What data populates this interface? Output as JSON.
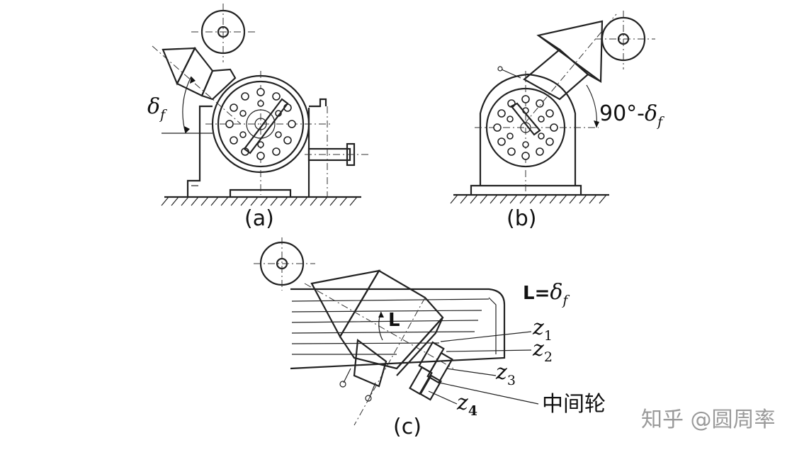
{
  "panels": {
    "a": {
      "caption": "(a)",
      "angle_symbol": "δ",
      "angle_subscript": "f"
    },
    "b": {
      "caption": "(b)",
      "angle_prefix": "90°-",
      "angle_symbol": "δ",
      "angle_subscript": "f"
    },
    "c": {
      "caption": "(c)",
      "equation_prefix": "L=",
      "equation_symbol": "δ",
      "equation_subscript": "f",
      "angle_label": "L",
      "gears": [
        {
          "symbol": "z",
          "index": "1"
        },
        {
          "symbol": "z",
          "index": "2"
        },
        {
          "symbol": "z",
          "index": "3"
        },
        {
          "symbol": "z",
          "index": "4"
        }
      ],
      "idler_label": "中间轮"
    }
  },
  "watermark": "知乎 @圆周率"
}
